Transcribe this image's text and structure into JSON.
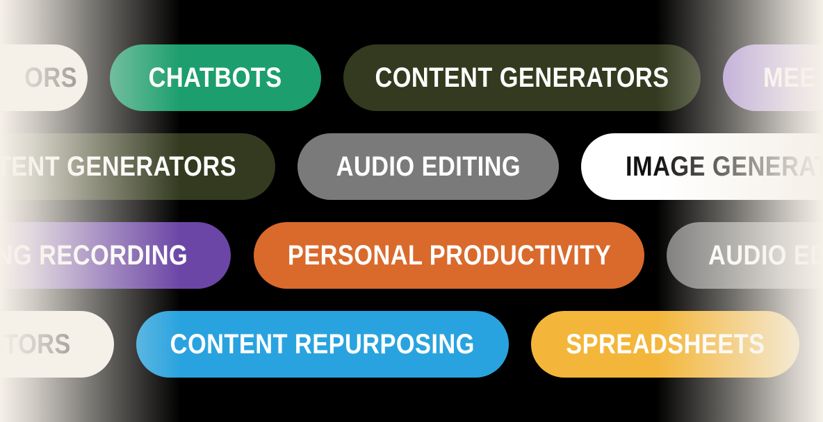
{
  "colors": {
    "background": "#000000",
    "fade": "#f5f0e8"
  },
  "rows": [
    {
      "pills": [
        {
          "label": "ORS",
          "bg": "#f5f0e8",
          "fg": "#2a2a2a"
        },
        {
          "label": "CHATBOTS",
          "bg": "#1c9e6e",
          "fg": "#ffffff"
        },
        {
          "label": "CONTENT GENERATORS",
          "bg": "#333a1f",
          "fg": "#ffffff"
        },
        {
          "label": "MEE",
          "bg": "#a58ad0",
          "fg": "#ffffff"
        }
      ]
    },
    {
      "pills": [
        {
          "label": "NTENT GENERATORS",
          "bg": "#333a1f",
          "fg": "#ffffff"
        },
        {
          "label": "AUDIO EDITING",
          "bg": "#7a7a7a",
          "fg": "#ffffff"
        },
        {
          "label": "IMAGE GENERATO",
          "bg": "#ffffff",
          "fg": "#111111"
        }
      ]
    },
    {
      "pills": [
        {
          "label": "ING RECORDING",
          "bg": "#6b46a6",
          "fg": "#ffffff"
        },
        {
          "label": "PERSONAL PRODUCTIVITY",
          "bg": "#d96a2c",
          "fg": "#ffffff"
        },
        {
          "label": "AUDIO ED",
          "bg": "#7a7a7a",
          "fg": "#ffffff"
        }
      ]
    },
    {
      "pills": [
        {
          "label": "ATORS",
          "bg": "#f5f0e8",
          "fg": "#2a2a2a"
        },
        {
          "label": "CONTENT REPURPOSING",
          "bg": "#29a3df",
          "fg": "#ffffff"
        },
        {
          "label": "SPREADSHEETS",
          "bg": "#f3b63a",
          "fg": "#ffffff"
        }
      ]
    }
  ]
}
